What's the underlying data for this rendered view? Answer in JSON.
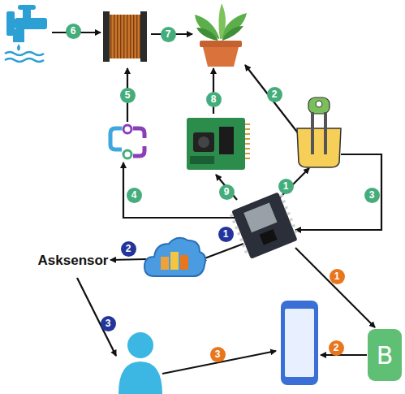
{
  "diagram": {
    "nodes": [
      {
        "text": [
          "B"
        ]
      }
    ],
    "labels": [
      "6",
      "7",
      "2",
      "5",
      "8",
      "1",
      "3",
      "4",
      "9",
      "1",
      "2",
      "3",
      "1",
      "2",
      "3",
      "Asksensor"
    ]
  }
}
